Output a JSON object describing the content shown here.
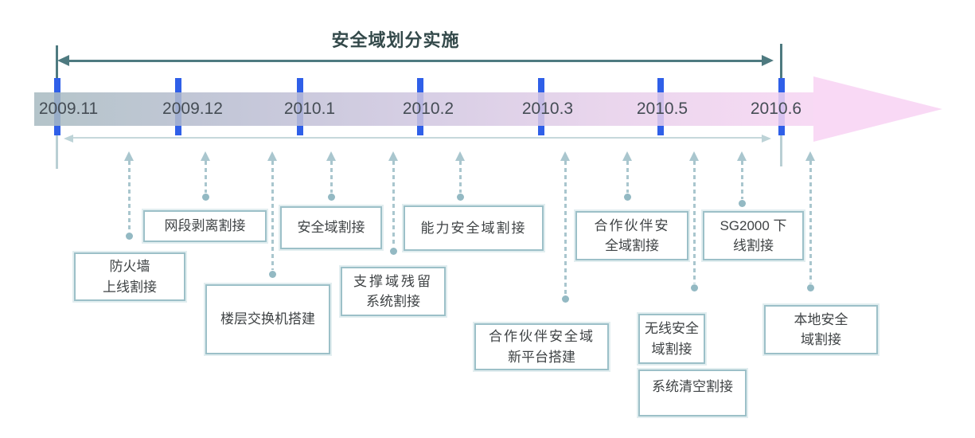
{
  "title": "安全域划分实施",
  "timeline": {
    "dates": [
      "2009.11",
      "2009.12",
      "2010.1",
      "2010.2",
      "2010.3",
      "2010.5",
      "2010.6"
    ]
  },
  "milestones": [
    {
      "lines": [
        "防火墙",
        "上线割接"
      ]
    },
    {
      "lines": [
        "网段剥离割接"
      ]
    },
    {
      "lines": [
        "楼层交换机搭建"
      ]
    },
    {
      "lines": [
        "安全域割接"
      ]
    },
    {
      "lines": [
        "支撑域残留",
        "系统割接"
      ]
    },
    {
      "lines": [
        "能力安全域割接"
      ]
    },
    {
      "lines": [
        "合作伙伴安全域",
        "新平台搭建"
      ]
    },
    {
      "lines": [
        "合作伙伴安",
        "全域割接"
      ]
    },
    {
      "lines": [
        "SG2000 下",
        "线割接"
      ]
    },
    {
      "lines": [
        "无线安全",
        "域割接"
      ]
    },
    {
      "lines": [
        "系统清空割接"
      ]
    },
    {
      "lines": [
        "本地安全",
        "域割接"
      ]
    }
  ],
  "colors": {
    "title_text": "#33494a",
    "span_arrow": "#4e7a80",
    "tick_blue": "#2f5fe8",
    "band_left": "#a7bac0",
    "band_right": "#f6d4f2",
    "band_arrowhead": "#f8d5f4",
    "range_arrow": "#c6d8db",
    "connector": "#a9c6ce",
    "connector_dot": "#93b9c3",
    "box_border": "#9cc0c8",
    "box_text": "#3f4345",
    "date_text": "#454d55"
  }
}
